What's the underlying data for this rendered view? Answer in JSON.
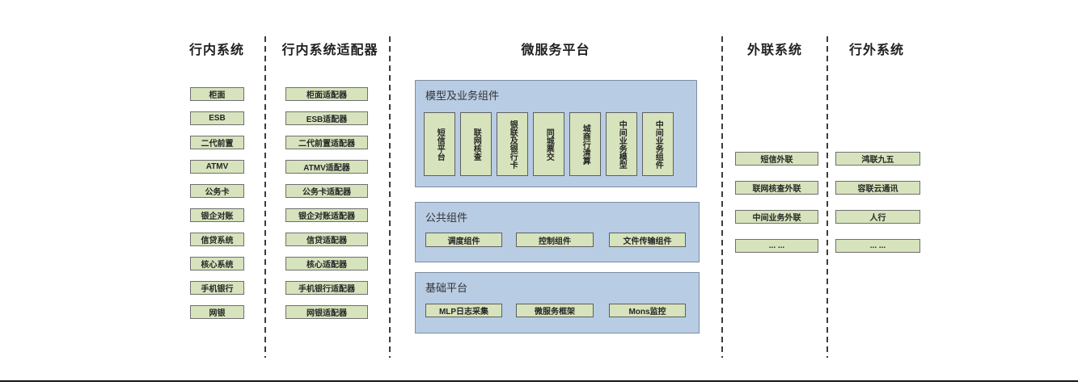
{
  "colors": {
    "component_box_fill": "#d6e3bc",
    "component_box_border": "#6f6f6f",
    "platform_panel_fill": "#b8cce4",
    "platform_panel_border": "#7d8da2",
    "divider_color": "#3c3c3c",
    "bottom_rule_color": "#151515"
  },
  "columns": {
    "internal": {
      "title": "行内系统",
      "items": [
        "柜面",
        "ESB",
        "二代前置",
        "ATMV",
        "公务卡",
        "银企对账",
        "信贷系统",
        "核心系统",
        "手机银行",
        "网银"
      ]
    },
    "adapter": {
      "title": "行内系统适配器",
      "items": [
        "柜面适配器",
        "ESB适配器",
        "二代前置适配器",
        "ATMV适配器",
        "公务卡适配器",
        "银企对账适配器",
        "信贷适配器",
        "核心适配器",
        "手机银行适配器",
        "网银适配器"
      ]
    },
    "platform": {
      "title": "微服务平台",
      "model_panel": {
        "label": "模型及业务组件",
        "items": [
          "短信平台",
          "联网核查",
          "银联及银行卡",
          "同城票交",
          "城商行清算",
          "中间业务模型",
          "中间业务组件"
        ]
      },
      "common_panel": {
        "label": "公共组件",
        "items": [
          "调度组件",
          "控制组件",
          "文件传输组件"
        ]
      },
      "base_panel": {
        "label": "基础平台",
        "items": [
          "MLP日志采集",
          "微服务框架",
          "Mons监控"
        ]
      }
    },
    "outreach": {
      "title": "外联系统",
      "items": [
        "短信外联",
        "联网核查外联",
        "中间业务外联",
        "... ..."
      ]
    },
    "external": {
      "title": "行外系统",
      "items": [
        "鸿联九五",
        "容联云通讯",
        "人行",
        "... ..."
      ]
    }
  }
}
